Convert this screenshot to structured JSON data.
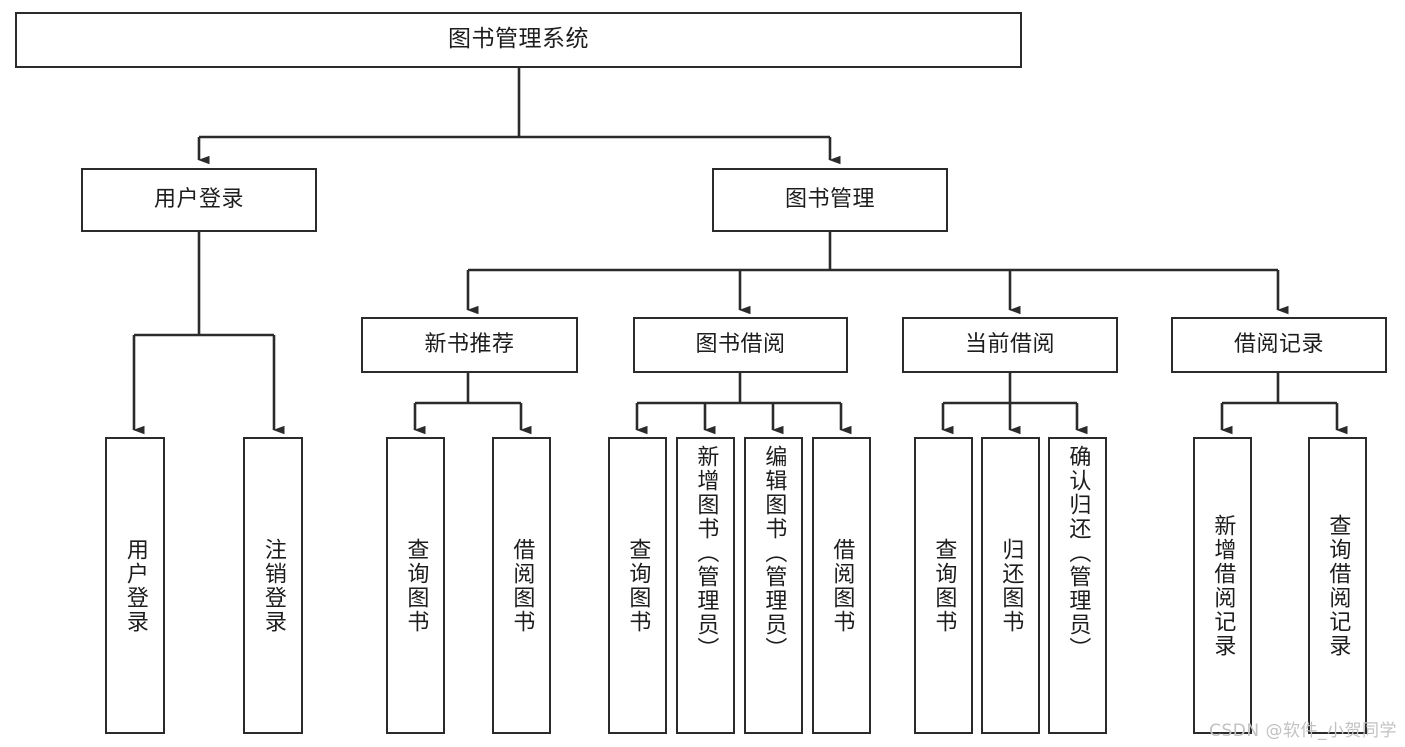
{
  "diagram": {
    "title": "图书管理系统",
    "type": "tree-hierarchy-chart",
    "root": {
      "label": "图书管理系统"
    },
    "level2": [
      {
        "label": "用户登录"
      },
      {
        "label": "图书管理"
      }
    ],
    "level3": [
      {
        "label": "新书推荐"
      },
      {
        "label": "图书借阅"
      },
      {
        "label": "当前借阅"
      },
      {
        "label": "借阅记录"
      }
    ],
    "leaves": {
      "user_login": [
        {
          "label": "用户登录"
        },
        {
          "label": "注销登录"
        }
      ],
      "new_book_recommend": [
        {
          "label": "查询图书"
        },
        {
          "label": "借阅图书"
        }
      ],
      "book_borrow": [
        {
          "label": "查询图书"
        },
        {
          "label": "新增图书（管理员）"
        },
        {
          "label": "编辑图书（管理员）"
        },
        {
          "label": "借阅图书"
        }
      ],
      "current_borrow": [
        {
          "label": "查询图书"
        },
        {
          "label": "归还图书"
        },
        {
          "label": "确认归还（管理员）"
        }
      ],
      "borrow_record": [
        {
          "label": "新增借阅记录"
        },
        {
          "label": "查询借阅记录"
        }
      ]
    }
  },
  "watermark": {
    "text": "CSDN @软件_小贺同学"
  },
  "colors": {
    "stroke": "#2b2b2b",
    "fill": "#ffffff",
    "text": "#1d1d1d",
    "watermark": "#c2c2c2"
  }
}
